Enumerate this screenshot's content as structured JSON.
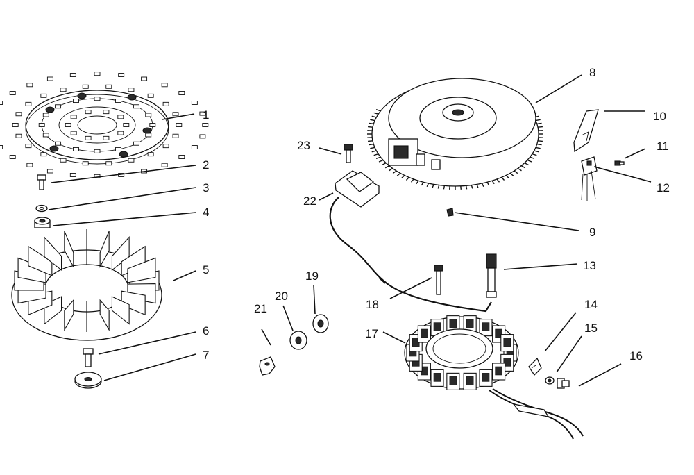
{
  "callouts": [
    {
      "id": "1",
      "label": "1"
    },
    {
      "id": "2",
      "label": "2"
    },
    {
      "id": "3",
      "label": "3"
    },
    {
      "id": "4",
      "label": "4"
    },
    {
      "id": "5",
      "label": "5"
    },
    {
      "id": "6",
      "label": "6"
    },
    {
      "id": "7",
      "label": "7"
    },
    {
      "id": "8",
      "label": "8"
    },
    {
      "id": "9",
      "label": "9"
    },
    {
      "id": "10",
      "label": "10"
    },
    {
      "id": "11",
      "label": "11"
    },
    {
      "id": "12",
      "label": "12"
    },
    {
      "id": "13",
      "label": "13"
    },
    {
      "id": "14",
      "label": "14"
    },
    {
      "id": "15",
      "label": "15"
    },
    {
      "id": "16",
      "label": "16"
    },
    {
      "id": "17",
      "label": "17"
    },
    {
      "id": "18",
      "label": "18"
    },
    {
      "id": "19",
      "label": "19"
    },
    {
      "id": "20",
      "label": "20"
    },
    {
      "id": "21",
      "label": "21"
    },
    {
      "id": "22",
      "label": "22"
    },
    {
      "id": "23",
      "label": "23"
    }
  ],
  "colors": {
    "ink": "#111111",
    "paper": "#ffffff"
  }
}
